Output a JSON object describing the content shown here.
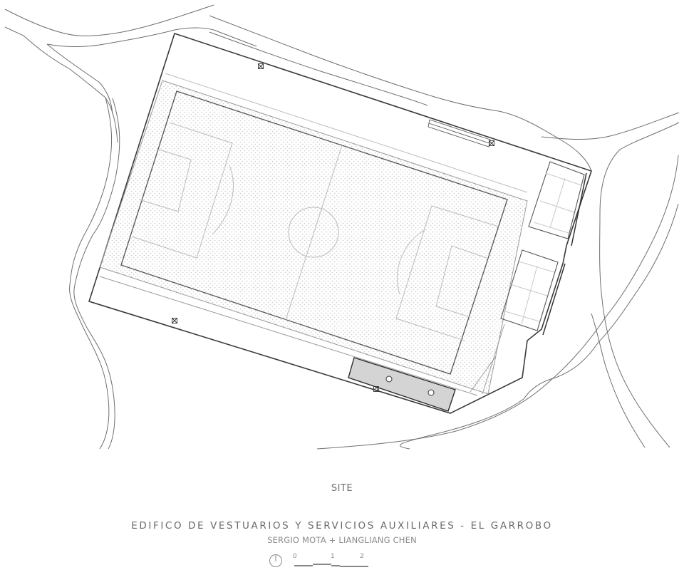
{
  "drawing": {
    "sheet_label": "SITE",
    "project_title": "EDIFICO DE VESTUARIOS Y SERVICIOS AUXILIARES - EL GARROBO",
    "authors": "SERGIO MOTA + LIANGLIANG CHEN",
    "scale_bar": {
      "ticks": [
        "0",
        "1",
        "2"
      ]
    },
    "icons": {
      "north_arrow": "north-arrow-icon",
      "tree_markers": "tree-marker-icon"
    },
    "colors": {
      "line_dark": "#333333",
      "line_mid": "#777777",
      "line_light": "#c8c8c8",
      "building_fill": "#d4d4d4",
      "pitch_dots": "#cfcfcf",
      "text": "#777777"
    }
  }
}
